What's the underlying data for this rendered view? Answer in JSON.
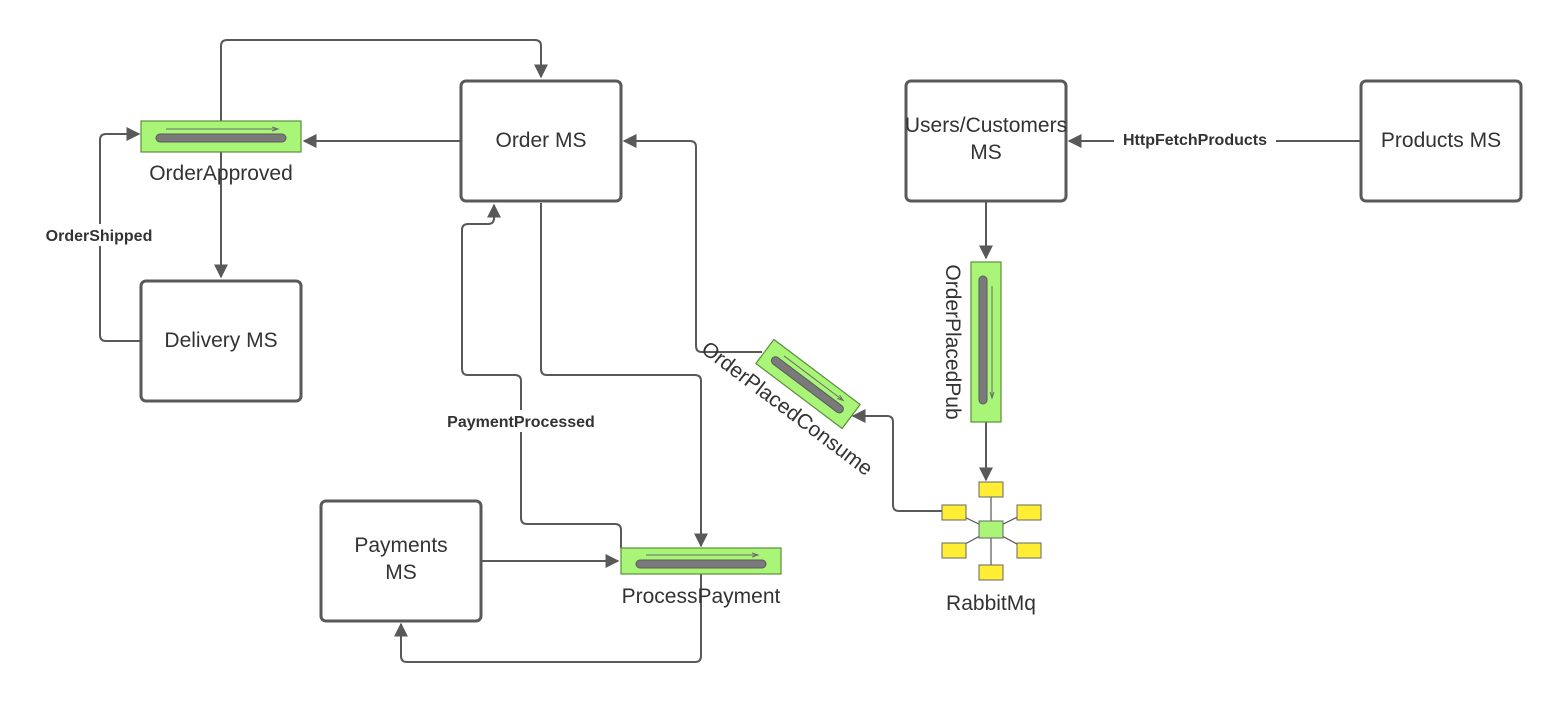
{
  "nodes": {
    "order_ms": "Order MS",
    "users_ms_line1": "Users/Customers",
    "users_ms_line2": "MS",
    "products_ms": "Products MS",
    "delivery_ms": "Delivery MS",
    "payments_ms_line1": "Payments",
    "payments_ms_line2": "MS",
    "rabbitmq": "RabbitMq"
  },
  "queues": {
    "order_approved": "OrderApproved",
    "process_payment": "ProcessPayment",
    "order_placed_pub": "OrderPlacedPub",
    "order_placed_consume": "OrderPlacedConsume"
  },
  "edge_labels": {
    "order_shipped": "OrderShipped",
    "payment_processed": "PaymentProcessed",
    "http_fetch_products": "HttpFetchProducts"
  },
  "colors": {
    "queue_fill": "#a9f577",
    "broker_leaf": "#ffee33",
    "line": "#595959"
  }
}
